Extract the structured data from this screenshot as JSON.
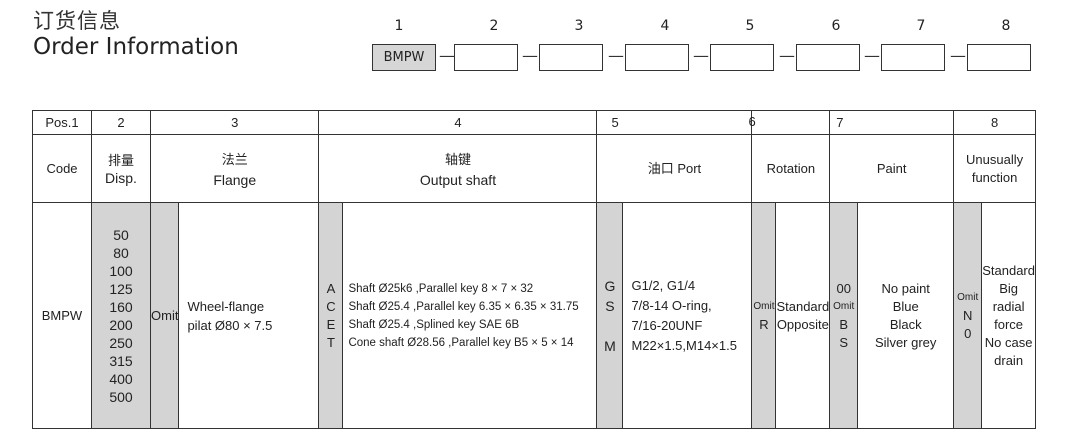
{
  "header": {
    "title_cn": "订货信息",
    "title_en": "Order Information"
  },
  "codebar": {
    "positions": [
      "1",
      "2",
      "3",
      "4",
      "5",
      "6",
      "7",
      "8"
    ],
    "first_code": "BMPW",
    "dash": "—"
  },
  "table": {
    "pos_row": {
      "c1": "Pos.1",
      "c2": "2",
      "c3": "3",
      "c4": "4",
      "c5": "5",
      "c6": "6",
      "c7": "7",
      "c8": "8"
    },
    "label_row": {
      "code": "Code",
      "disp_cn": "排量",
      "disp_en": "Disp.",
      "flange_cn": "法兰",
      "flange_en": "Flange",
      "shaft_cn": "轴键",
      "shaft_en": "Output shaft",
      "port": "油口  Port",
      "rotation": "Rotation",
      "paint": "Paint",
      "unusual_1": "Unusually",
      "unusual_2": "function"
    },
    "data_row": {
      "code": "BMPW",
      "displacements": [
        "50",
        "80",
        "100",
        "125",
        "160",
        "200",
        "250",
        "315",
        "400",
        "500"
      ],
      "flange_code": "Omit",
      "flange_desc_1": "Wheel-flange",
      "flange_desc_2": "pilat Ø80 × 7.5",
      "shaft_codes": [
        "A",
        "C",
        "E",
        "T"
      ],
      "shaft_desc": [
        "Shaft Ø25k6 ,Parallel key 8 × 7 × 32",
        "Shaft Ø25.4 ,Parallel key 6.35 × 6.35 × 31.75",
        "Shaft Ø25.4 ,Splined key SAE 6B",
        "Cone shaft Ø28.56 ,Parallel key B5 × 5 × 14"
      ],
      "port_codes": [
        "G",
        "S",
        "",
        "M"
      ],
      "port_desc": [
        "G1/2, G1/4",
        "7/8-14 O-ring,",
        "7/16-20UNF",
        "M22×1.5,M14×1.5"
      ],
      "rotation_codes": [
        "Omit",
        "R"
      ],
      "rotation_desc": [
        "Standard",
        "Opposite"
      ],
      "paint_codes": [
        "00",
        "Omit",
        "B",
        "S"
      ],
      "paint_desc": [
        "No paint",
        "Blue",
        "Black",
        "Silver grey"
      ],
      "unusual_codes": [
        "Omit",
        "N",
        "0"
      ],
      "unusual_desc": [
        "Standard",
        "Big radial force",
        "No case drain"
      ]
    }
  }
}
